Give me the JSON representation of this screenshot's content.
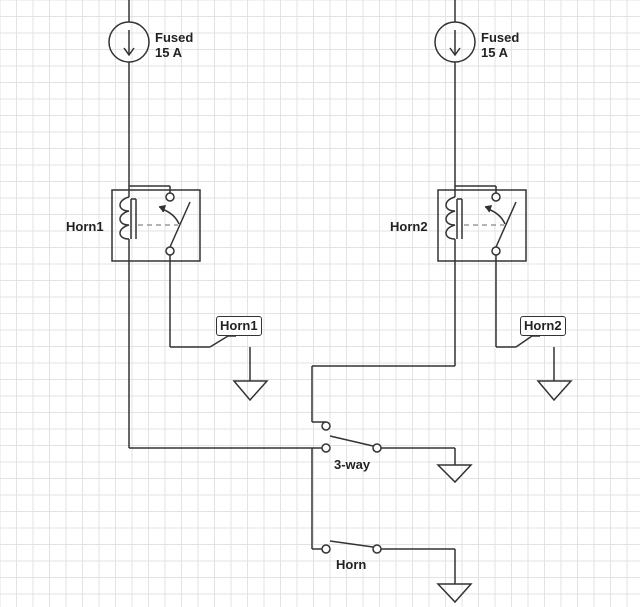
{
  "colors": {
    "background": "#ffffff",
    "grid": "#e3e3e3",
    "wire": "#333333",
    "dashed": "#888888"
  },
  "labels": {
    "fuse_left_line1": "Fused",
    "fuse_left_line2": "15 A",
    "fuse_right_line1": "Fused",
    "fuse_right_line2": "15 A",
    "relay_left": "Horn1",
    "relay_right": "Horn2",
    "horn_left": "Horn1",
    "horn_right": "Horn2",
    "switch_threeway": "3-way",
    "switch_horn": "Horn"
  },
  "icons": [
    "fuse-source-icon",
    "relay-coil-icon",
    "relay-contact-icon",
    "ground-icon",
    "switch-icon",
    "horn-label-icon"
  ]
}
